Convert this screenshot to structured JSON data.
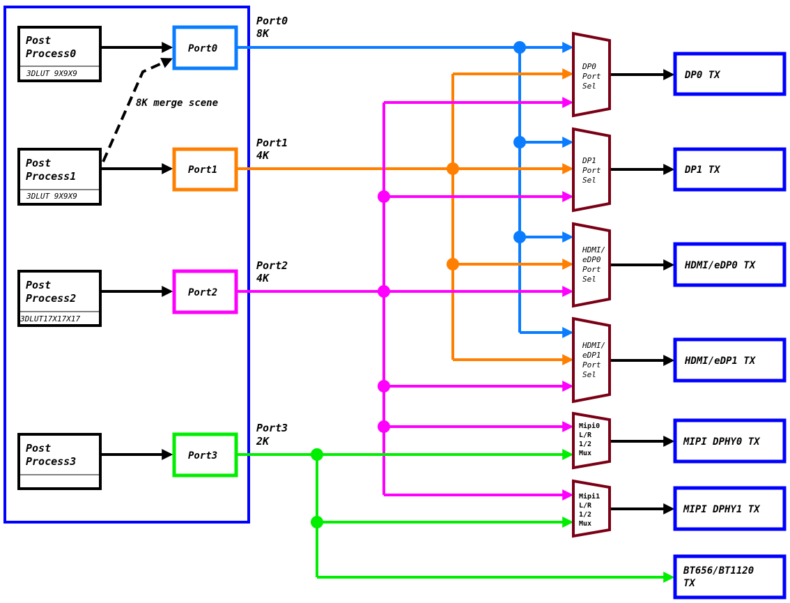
{
  "colors": {
    "frame": "#0000ff",
    "port0": "#0a7cff",
    "port1": "#ff7f00",
    "port2": "#ff00ff",
    "port3": "#00ee00",
    "mux": "#7a0016",
    "black": "#000000"
  },
  "post_processes": [
    {
      "line1": "Post",
      "line2": "Process0",
      "lut": "3DLUT 9X9X9"
    },
    {
      "line1": "Post",
      "line2": "Process1",
      "lut": "3DLUT 9X9X9"
    },
    {
      "line1": "Post",
      "line2": "Process2",
      "lut": "3DLUT17X17X17"
    },
    {
      "line1": "Post",
      "line2": "Process3",
      "lut": ""
    }
  ],
  "ports": [
    {
      "label": "Port0",
      "name": "Port0",
      "res": "8K"
    },
    {
      "label": "Port1",
      "name": "Port1",
      "res": "4K"
    },
    {
      "label": "Port2",
      "name": "Port2",
      "res": "4K"
    },
    {
      "label": "Port3",
      "name": "Port3",
      "res": "2K"
    }
  ],
  "merge_label": "8K merge scene",
  "muxes": [
    {
      "lines": [
        "DP0",
        "Port",
        "Sel"
      ]
    },
    {
      "lines": [
        "DP1",
        "Port",
        "Sel"
      ]
    },
    {
      "lines": [
        "HDMI/",
        "eDP0",
        "Port",
        "Sel"
      ]
    },
    {
      "lines": [
        "HDMI/",
        "eDP1",
        "Port",
        "Sel"
      ]
    },
    {
      "lines": [
        "Mipi0",
        "L/R",
        "1/2",
        "Mux"
      ]
    },
    {
      "lines": [
        "Mipi1",
        "L/R",
        "1/2",
        "Mux"
      ]
    }
  ],
  "tx": [
    {
      "lines": [
        "DP0 TX"
      ]
    },
    {
      "lines": [
        "DP1 TX"
      ]
    },
    {
      "lines": [
        "HDMI/eDP0 TX"
      ]
    },
    {
      "lines": [
        "HDMI/eDP1 TX"
      ]
    },
    {
      "lines": [
        "MIPI DPHY0 TX"
      ]
    },
    {
      "lines": [
        "MIPI DPHY1 TX"
      ]
    },
    {
      "lines": [
        "BT656/BT1120",
        "TX"
      ]
    }
  ]
}
